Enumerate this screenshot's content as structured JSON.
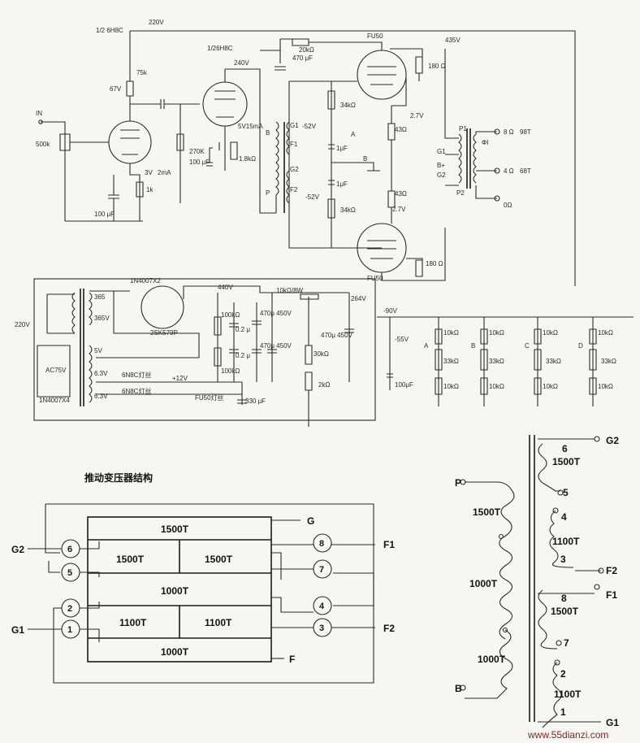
{
  "top": {
    "tube_v1": "1/2 6H8C",
    "tube_v2": "1/26H8C",
    "tube_p1": "FU50",
    "tube_p2": "FU50",
    "v_220": "220V",
    "v_240": "240V",
    "v_435": "435V",
    "v_67": "67V",
    "v_3": "3V",
    "ma_2": "2mA",
    "v_5v15ma": "5V15mA",
    "r_75k": "75k",
    "r_500k": "500k",
    "r_1k": "1k",
    "c_100u_a": "100 μF",
    "r_270k": "270K",
    "c_100u_b": "100 μF",
    "r_1_8k": "1.8kΩ",
    "r_20k": "20kΩ",
    "c_470u": "470 μF",
    "r_34k_a": "34kΩ",
    "r_34k_b": "34kΩ",
    "r_180_a": "180 Ω",
    "r_180_b": "180 Ω",
    "r_43_a": "43Ω",
    "r_43_b": "43Ω",
    "v_2_7_a": "2.7V",
    "v_2_7_b": "2.7V",
    "v_m52_a": "-52V",
    "v_m52_b": "-52V",
    "c_1u_a": "1μF",
    "c_1u_b": "1μF",
    "lbl_a": "A",
    "lbl_b": "B",
    "lbl_g1": "G1",
    "lbl_g2": "G2",
    "lbl_f1": "F1",
    "lbl_f2": "F2",
    "lbl_p": "P",
    "lbl_b2": "B",
    "lbl_p1": "P1",
    "lbl_p2": "P2",
    "lbl_g1r": "G1",
    "lbl_bplus": "B+",
    "lbl_g2r": "G2",
    "out_8": "8 Ω",
    "out_4": "4 Ω",
    "out_0": "0Ω",
    "out_98t": "98T",
    "out_68t": "68T",
    "in_label": "IN",
    "phi": "ΦI"
  },
  "psu": {
    "rect_1": "1N4007X2",
    "rect_4": "1N4007X4",
    "mosfet": "2SK579P",
    "v_440": "440V",
    "v_264": "264V",
    "v_m90": "-90V",
    "v_m55": "-55V",
    "v_220in": "220V",
    "v_365a": "365",
    "v_365b": "365V",
    "v_5v": "5V",
    "v_ac75": "AC75V",
    "v_63a": "6.3V",
    "v_63b": "6.3V",
    "fil_1": "6N8C灯丝",
    "fil_2": "6N8C灯丝",
    "fil_3": "FU50灯丝",
    "v_12": "+12V",
    "r_10k8w": "10kΩ/8W",
    "r_100k_a": "100kΩ",
    "r_100k_b": "100kΩ",
    "c_0_2a": "0.2 μ",
    "c_0_2b": "0.2 μ",
    "c_470_450a": "470μ 450V",
    "c_470_450b": "470μ 450V",
    "c_470_450c": "470μ 450V",
    "c_330": "330 μF",
    "r_30k": "30kΩ",
    "r_2k": "2kΩ",
    "c_100uf": "100μF",
    "bias_r_top": [
      "10kΩ",
      "10kΩ",
      "10kΩ",
      "10kΩ"
    ],
    "bias_r_mid": [
      "33kΩ",
      "33kΩ",
      "33kΩ",
      "33kΩ"
    ],
    "bias_r_bot": [
      "10kΩ",
      "10kΩ",
      "10kΩ",
      "10kΩ"
    ],
    "bias_tags": [
      "A",
      "B",
      "C",
      "D"
    ]
  },
  "struct": {
    "title": "推动变压器结构",
    "w1500_top": "1500T",
    "w1500_l": "1500T",
    "w1500_r": "1500T",
    "w1000_mid": "1000T",
    "w1100_l": "1100T",
    "w1100_r": "1100T",
    "w1000_bot": "1000T",
    "pins": [
      "6",
      "5",
      "2",
      "1",
      "8",
      "7",
      "4",
      "3"
    ],
    "g": "G",
    "f": "F",
    "g2": "G2",
    "g1": "G1",
    "f1": "F1",
    "f2": "F2"
  },
  "winding": {
    "p": "P",
    "b": "B",
    "g2": "G2",
    "f2": "F2",
    "f1": "F1",
    "g1": "G1",
    "l_1500": "1500T",
    "l_1000a": "1000T",
    "l_1000b": "1000T",
    "r_6": "6",
    "r_1500a": "1500T",
    "r_5": "5",
    "r_4": "4",
    "r_1100a": "1100T",
    "r_3": "3",
    "r_8": "8",
    "r_1500b": "1500T",
    "r_7": "7",
    "r_2": "2",
    "r_1100b": "1100T",
    "r_1": "1"
  },
  "watermark": "www.55dianzi.com"
}
